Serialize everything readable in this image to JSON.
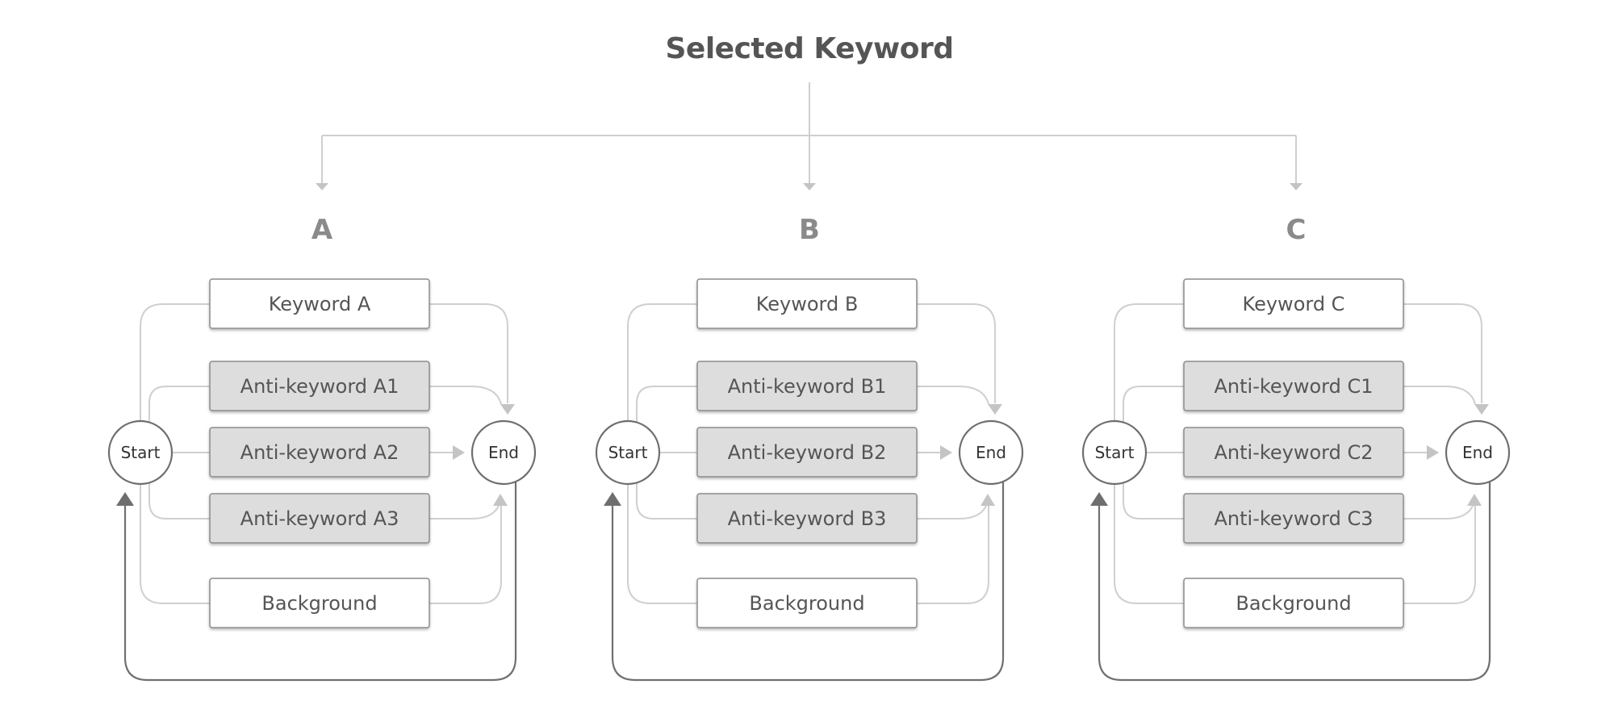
{
  "title": "Selected Keyword",
  "colors": {
    "text_dark": "#555555",
    "label_gray": "#8a8a8a",
    "connector_light": "#cfcfcf",
    "connector_dark": "#707070",
    "anti_keyword_fill": "#dcdddc",
    "box_border": "#8c8c8c"
  },
  "groups": [
    {
      "label": "A",
      "keyword": "Keyword A",
      "anti_keywords": [
        "Anti-keyword A1",
        "Anti-keyword A2",
        "Anti-keyword A3"
      ],
      "background": "Background",
      "start": "Start",
      "end": "End"
    },
    {
      "label": "B",
      "keyword": "Keyword B",
      "anti_keywords": [
        "Anti-keyword B1",
        "Anti-keyword B2",
        "Anti-keyword B3"
      ],
      "background": "Background",
      "start": "Start",
      "end": "End"
    },
    {
      "label": "C",
      "keyword": "Keyword C",
      "anti_keywords": [
        "Anti-keyword C1",
        "Anti-keyword C2",
        "Anti-keyword C3"
      ],
      "background": "Background",
      "start": "Start",
      "end": "End"
    }
  ]
}
